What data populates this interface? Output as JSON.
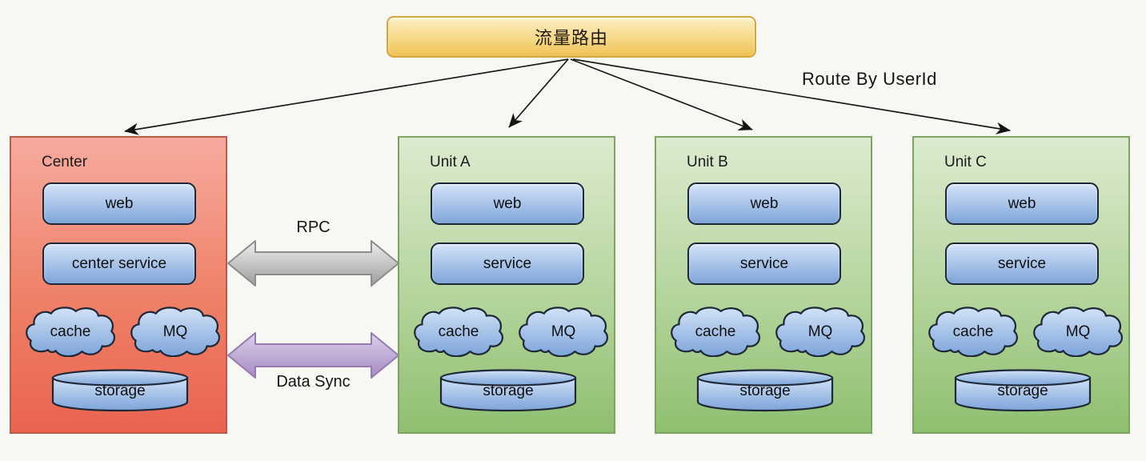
{
  "router": {
    "label": "流量路由"
  },
  "edges": {
    "route": {
      "label": "Route By UserId",
      "from": "流量路由",
      "to": [
        "Center",
        "Unit A",
        "Unit B",
        "Unit C"
      ]
    },
    "rpc": {
      "label": "RPC",
      "between": [
        "Center",
        "Unit A"
      ]
    },
    "data_sync": {
      "label": "Data Sync",
      "between": [
        "Center",
        "Unit A"
      ]
    }
  },
  "units": [
    {
      "title": "Center",
      "theme": "red",
      "components": {
        "web": "web",
        "service": "center service",
        "cache": "cache",
        "mq": "MQ",
        "storage": "storage"
      }
    },
    {
      "title": "Unit A",
      "theme": "green",
      "components": {
        "web": "web",
        "service": "service",
        "cache": "cache",
        "mq": "MQ",
        "storage": "storage"
      }
    },
    {
      "title": "Unit B",
      "theme": "green",
      "components": {
        "web": "web",
        "service": "service",
        "cache": "cache",
        "mq": "MQ",
        "storage": "storage"
      }
    },
    {
      "title": "Unit C",
      "theme": "green",
      "components": {
        "web": "web",
        "service": "service",
        "cache": "cache",
        "mq": "MQ",
        "storage": "storage"
      }
    }
  ],
  "colors": {
    "background": "#f7f8f4",
    "router_fill_top": "#fdf0c4",
    "router_fill_bottom": "#f0c355",
    "router_border": "#d5a63e",
    "center_fill_top": "#f6ab9e",
    "center_fill_bottom": "#e96450",
    "center_border": "#bc5a49",
    "unit_fill_top": "#dcebd0",
    "unit_fill_bottom": "#8fbf70",
    "unit_border": "#7ea363",
    "node_fill_top": "#d4e3f8",
    "node_fill_bottom": "#7ea5d9",
    "node_border": "#1e2735",
    "rpc_arrow_fill": "#bdbdbd",
    "rpc_arrow_border": "#8c8c8c",
    "data_sync_arrow_fill": "#ad93c9",
    "data_sync_arrow_border": "#9678b2",
    "connector": "#1a1a1a"
  }
}
